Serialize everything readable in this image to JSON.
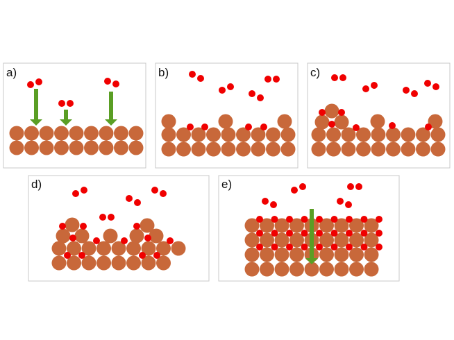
{
  "colors": {
    "metal_atom": "#C8683A",
    "oxygen_atom": "#F00000",
    "arrow": "#5A9E24",
    "frame": "#C8C8C8"
  },
  "panels": [
    {
      "id": "a",
      "label": "a)"
    },
    {
      "id": "b",
      "label": "b)"
    },
    {
      "id": "c",
      "label": "c)"
    },
    {
      "id": "d",
      "label": "d)"
    },
    {
      "id": "e",
      "label": "e)"
    }
  ]
}
